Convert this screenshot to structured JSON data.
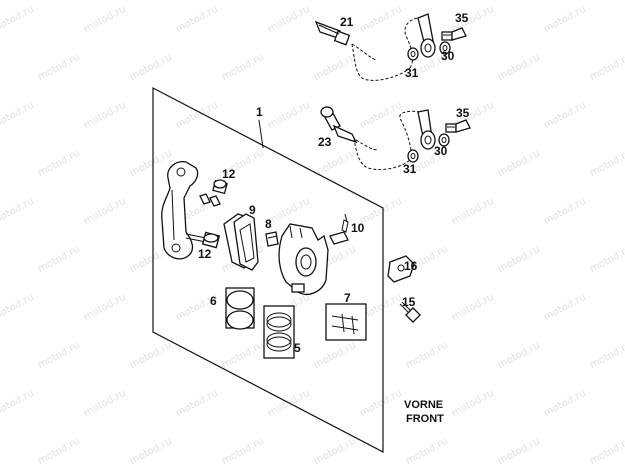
{
  "watermark": "motod.ru",
  "labels": {
    "p1": "1",
    "p5": "5",
    "p6": "6",
    "p7": "7",
    "p8": "8",
    "p9": "9",
    "p10": "10",
    "p12a": "12",
    "p12b": "12",
    "p15": "15",
    "p16": "16",
    "p21": "21",
    "p23": "23",
    "p30a": "30",
    "p30b": "30",
    "p31a": "31",
    "p31b": "31",
    "p35a": "35",
    "p35b": "35"
  },
  "front_label": {
    "line1": "VORNE",
    "line2": "FRONT"
  }
}
